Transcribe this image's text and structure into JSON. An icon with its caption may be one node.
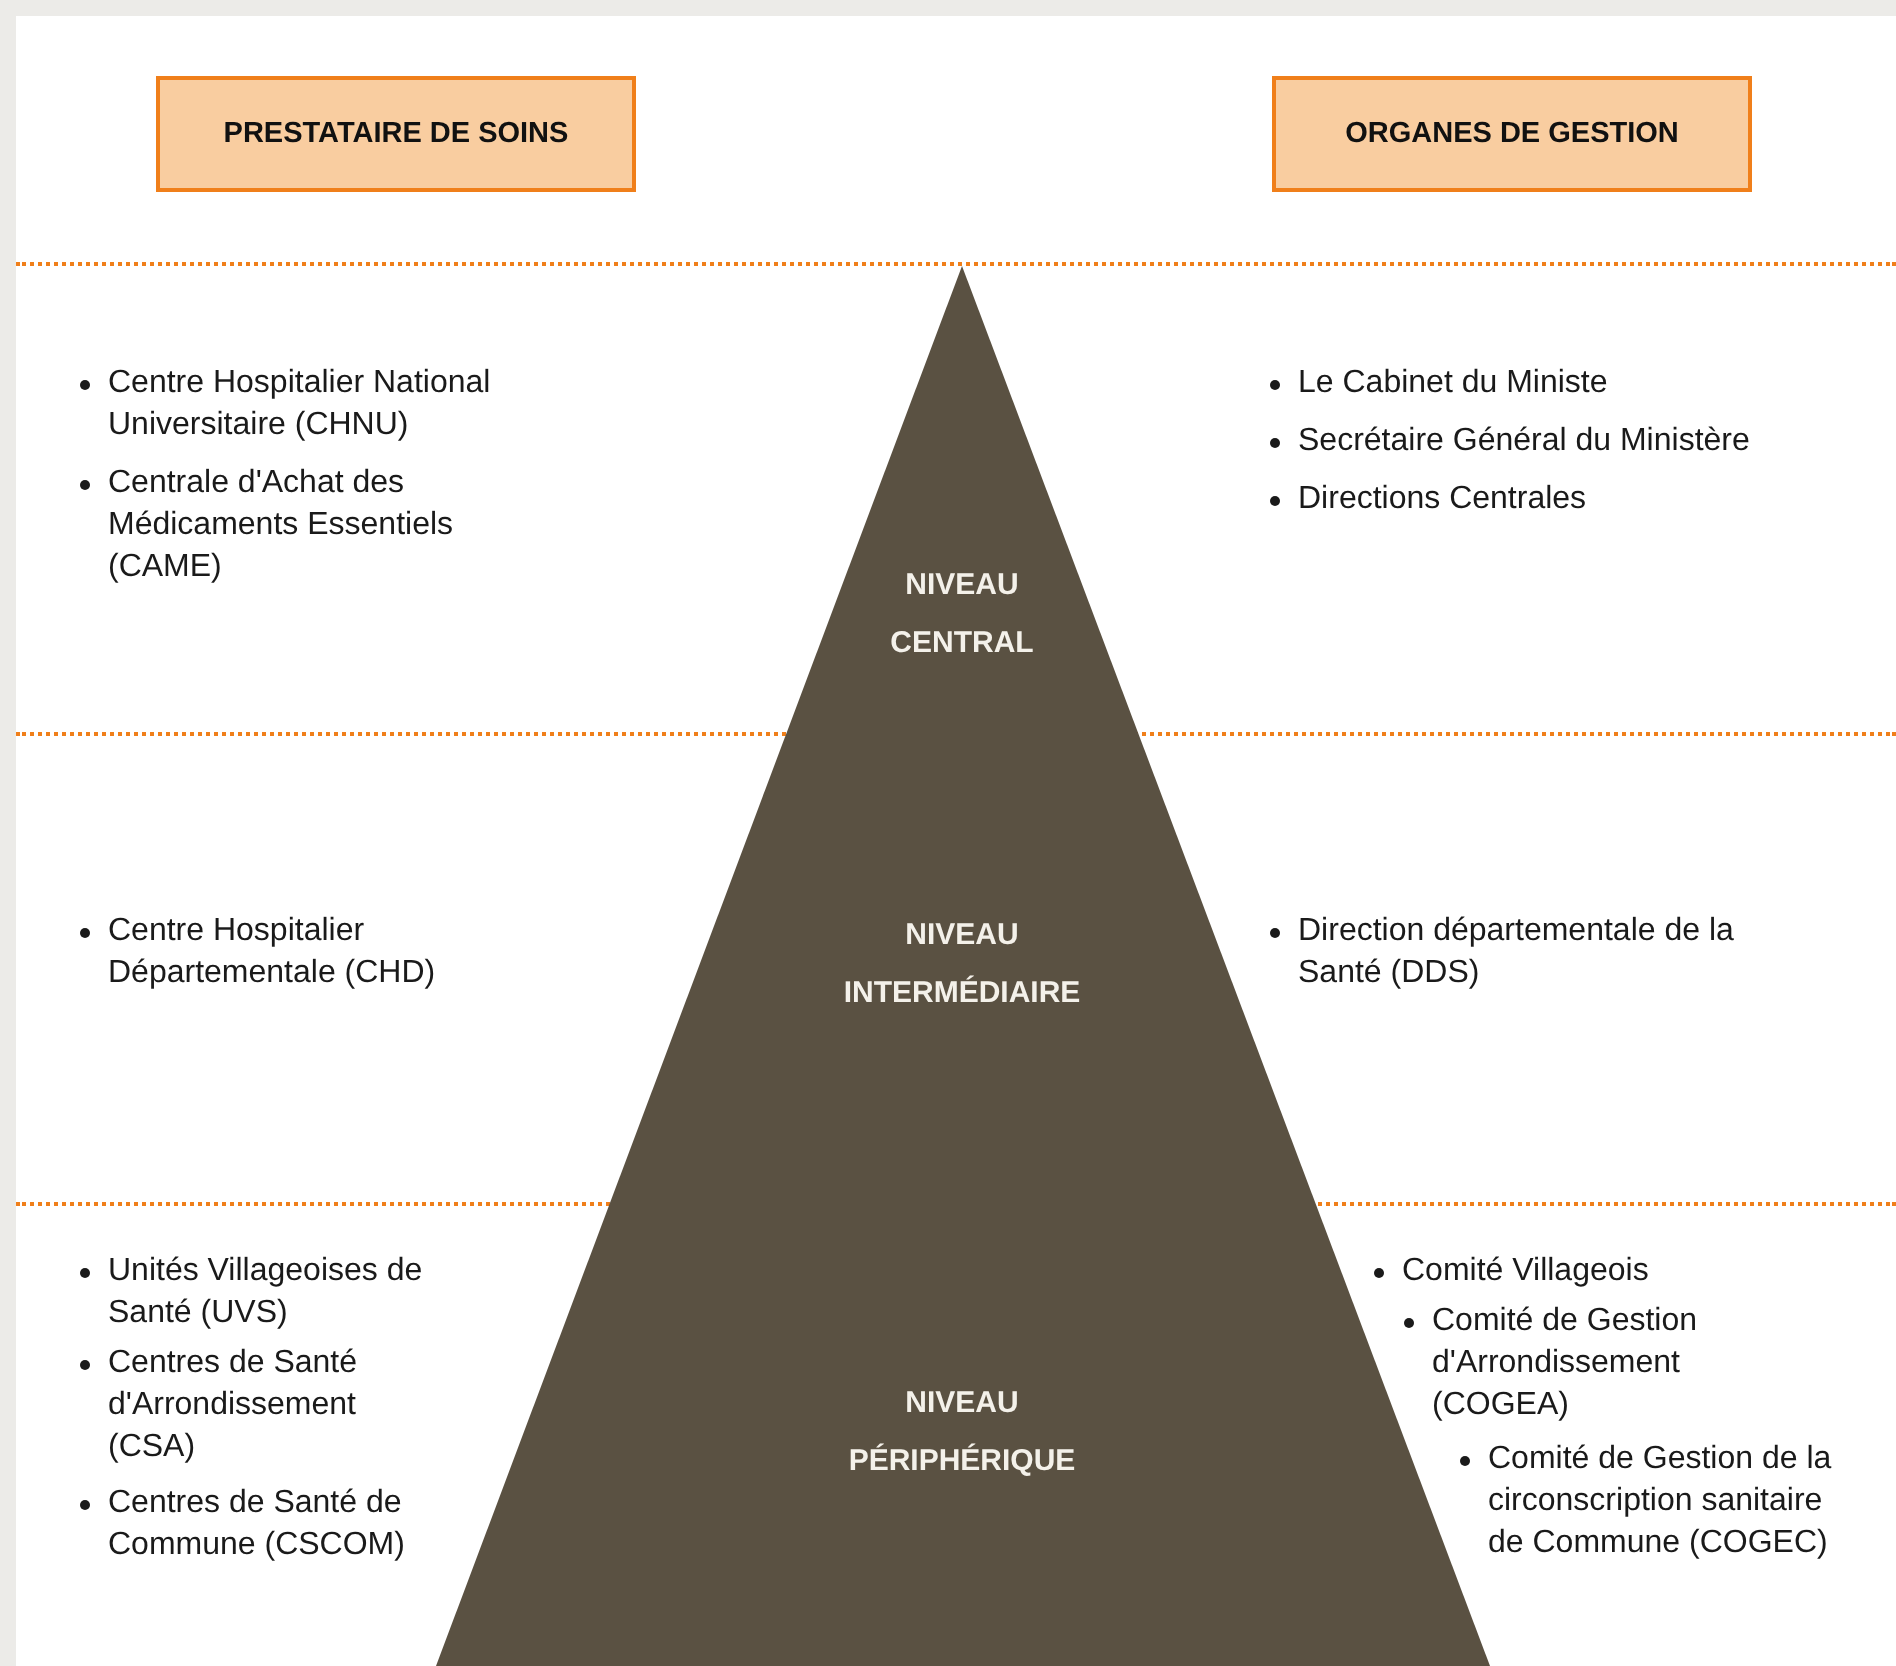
{
  "diagram": {
    "nodes": [
      {
        "text": [
          "PRESTATAIRE DE SOINS"
        ]
      },
      {
        "text": [
          "ORGANES DE GESTION"
        ]
      },
      {
        "text": [
          "NIVEAU CENTRAL",
          "NIVEAU INTERMÉDIAIRE",
          "NIVEAU PÉRIPHÉRIQUE"
        ]
      }
    ],
    "labels": [
      "Centre Hospitalier National Universitaire (CHNU)",
      "Centrale d'Achat des Médicaments Essentiels (CAME)",
      "Le Cabinet du Ministe",
      "Secrétaire Général du Ministère",
      "Directions Centrales",
      "Centre Hospitalier Départementale (CHD)",
      "Direction départementale de la Santé (DDS)",
      "Unités Villageoises de Santé (UVS)",
      "Centres de Santé d'Arrondissement (CSA)",
      "Centres de Santé de Commune (CSCOM)",
      "Comité Villageois",
      "Comité de Gestion d'Arrondissement (COGEA)",
      "Comité de Gestion de la circonscription sanitaire de Commune (COGEC)"
    ]
  }
}
